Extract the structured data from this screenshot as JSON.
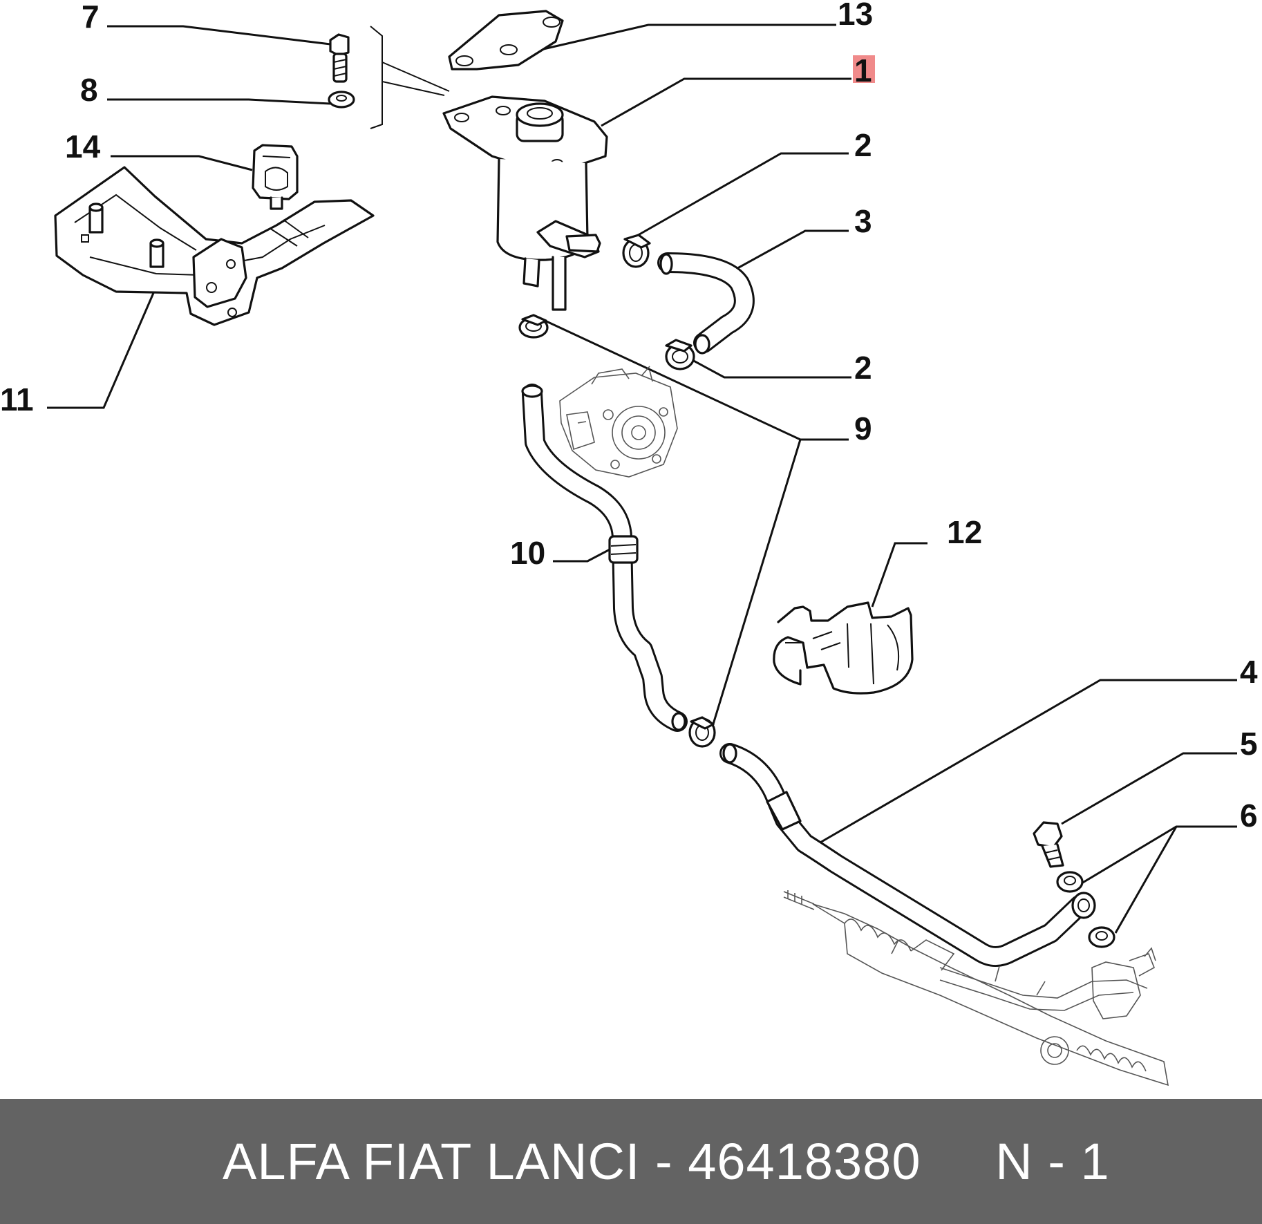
{
  "diagram": {
    "highlight_color": "#f08a8a",
    "callouts": [
      {
        "id": "c7",
        "label": "7"
      },
      {
        "id": "c8",
        "label": "8"
      },
      {
        "id": "c14",
        "label": "14"
      },
      {
        "id": "c11",
        "label": "11"
      },
      {
        "id": "c13",
        "label": "13"
      },
      {
        "id": "c1",
        "label": "1",
        "highlighted": true
      },
      {
        "id": "c2a",
        "label": "2"
      },
      {
        "id": "c3",
        "label": "3"
      },
      {
        "id": "c2b",
        "label": "2"
      },
      {
        "id": "c9",
        "label": "9"
      },
      {
        "id": "c10",
        "label": "10"
      },
      {
        "id": "c12",
        "label": "12"
      },
      {
        "id": "c4",
        "label": "4"
      },
      {
        "id": "c5",
        "label": "5"
      },
      {
        "id": "c6",
        "label": "6"
      }
    ]
  },
  "footer": {
    "background_color": "#636363",
    "text": "ALFA FIAT LANCI - 46418380     N - 1"
  }
}
